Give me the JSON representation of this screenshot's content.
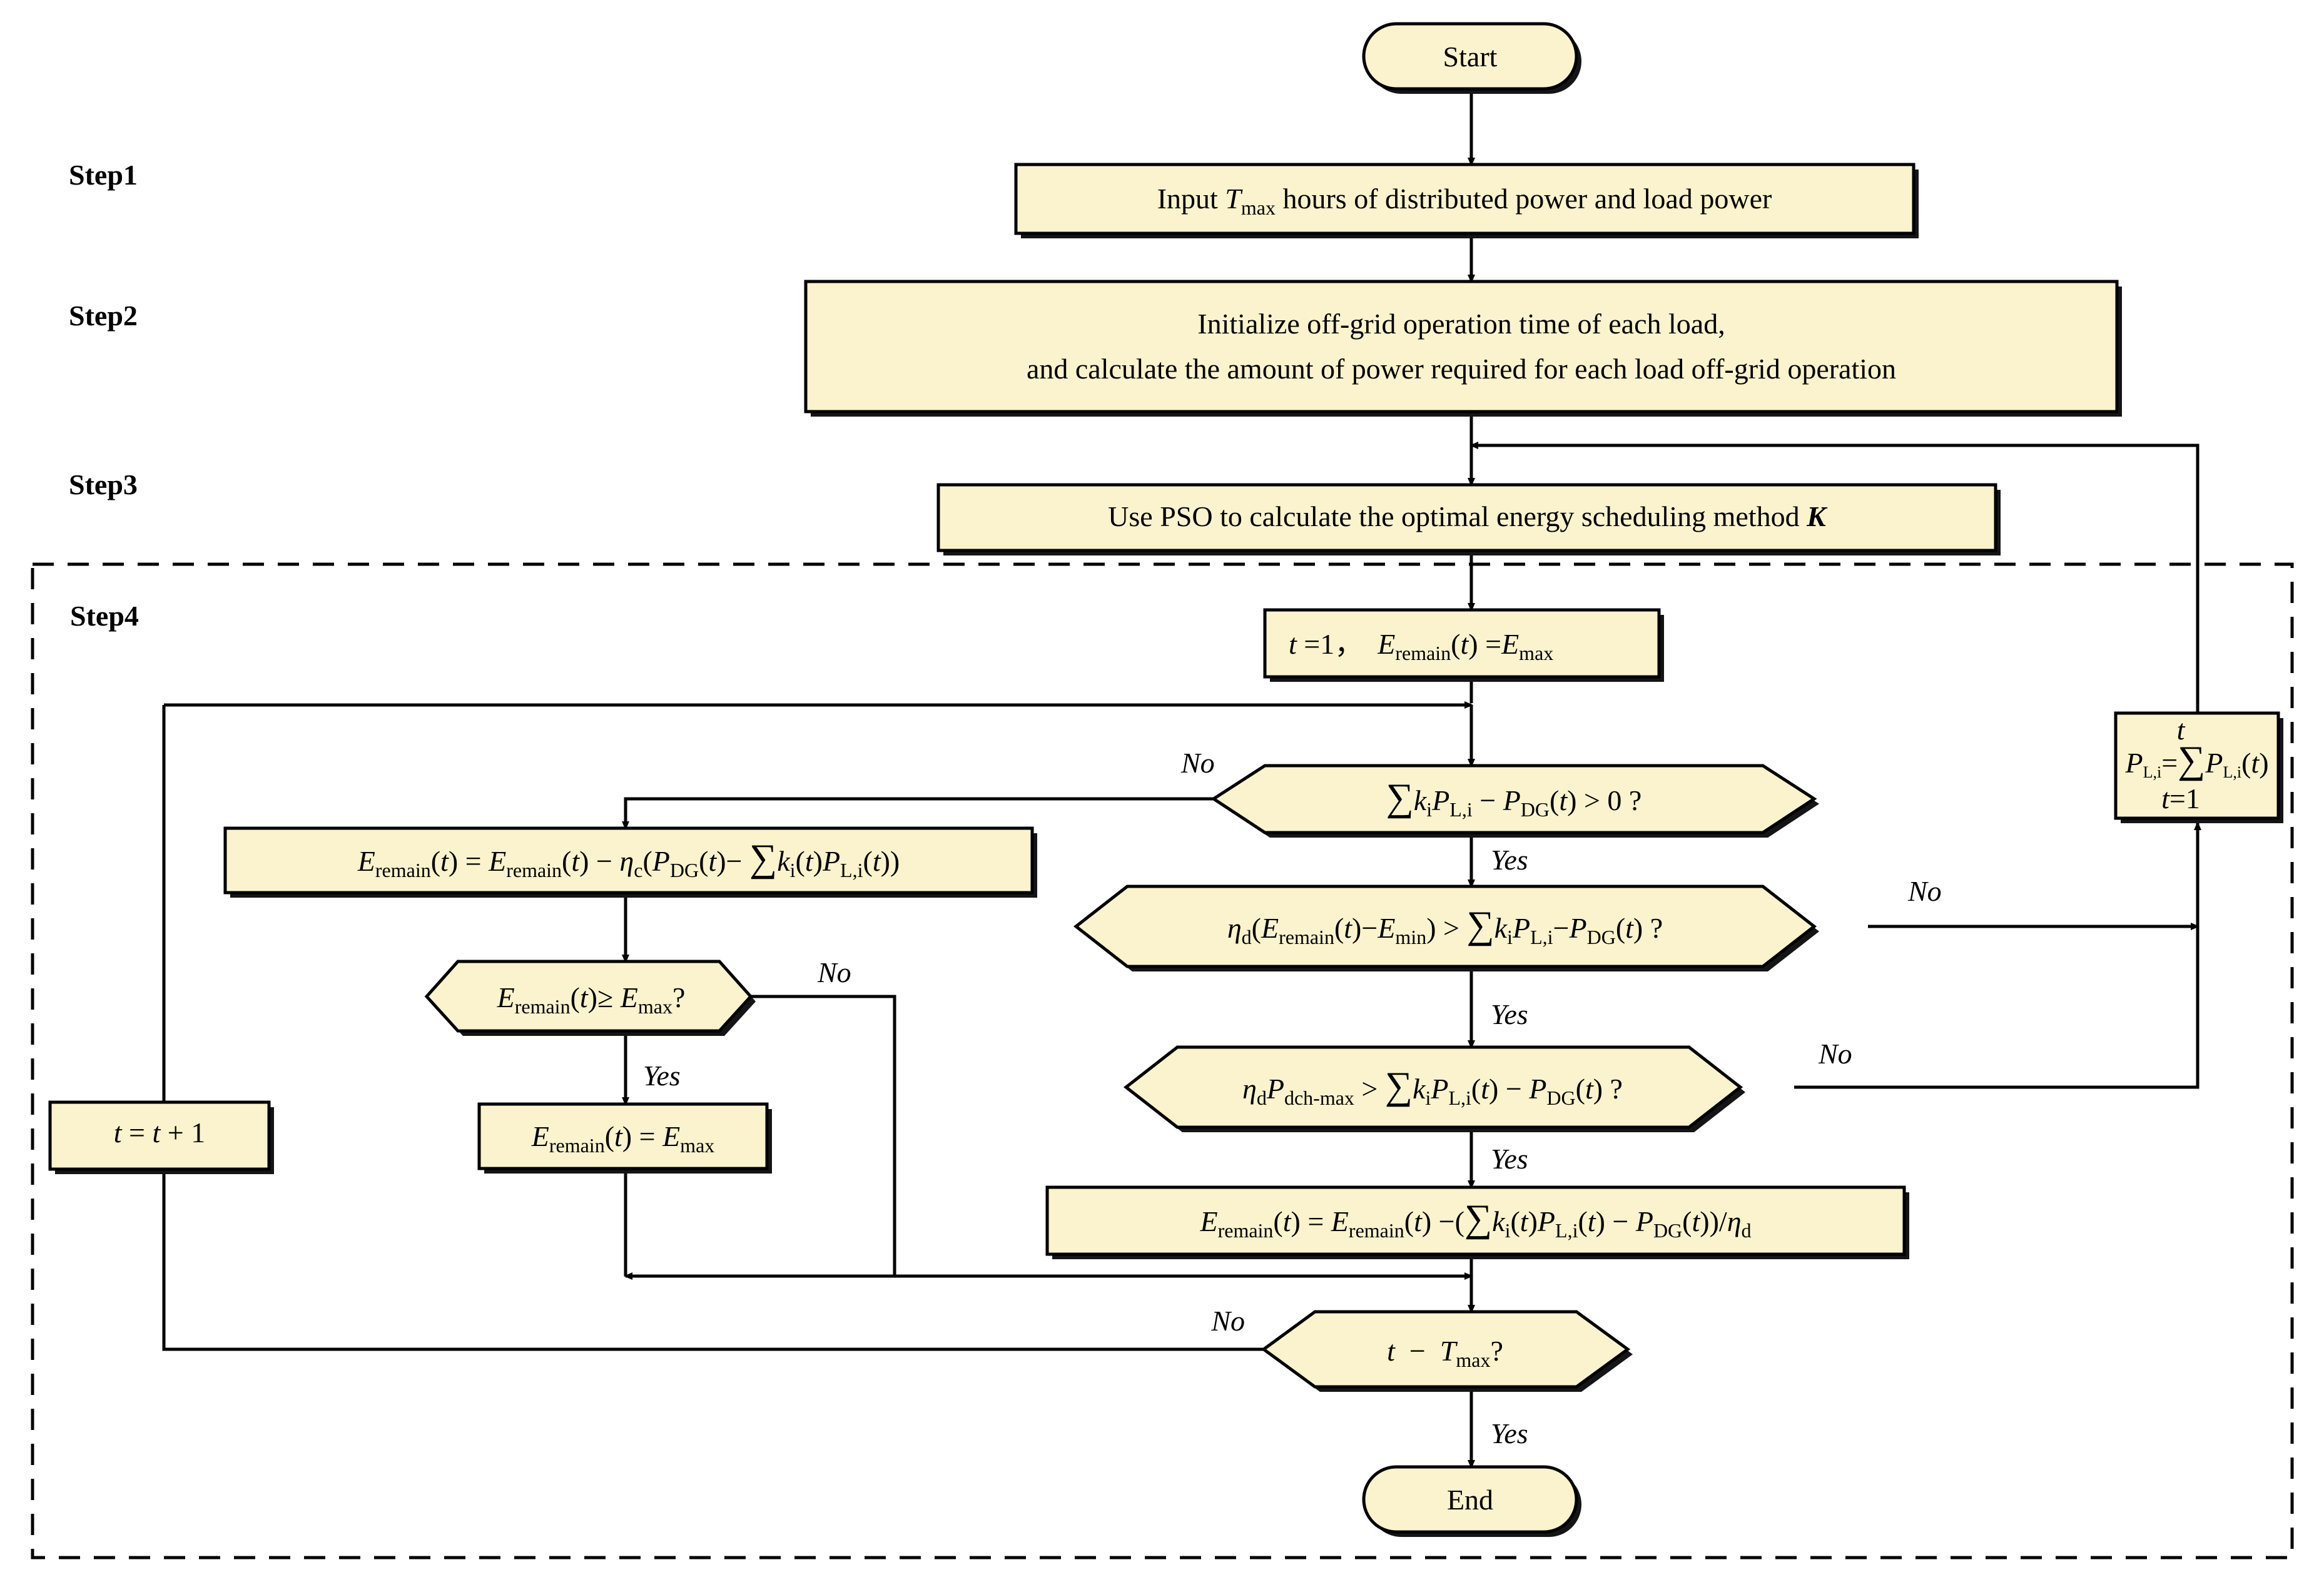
{
  "diagram": {
    "title": "Energy scheduling flowchart",
    "colors": {
      "node_fill": "#FAF3CD",
      "stroke": "#000000",
      "shadow": "#151515",
      "background": "#FFFFFF"
    },
    "step_labels": [
      {
        "id": "step1",
        "text": "Step1"
      },
      {
        "id": "step2",
        "text": "Step2"
      },
      {
        "id": "step3",
        "text": "Step3"
      },
      {
        "id": "step4",
        "text": "Step4"
      }
    ],
    "nodes": {
      "start": {
        "shape": "terminator",
        "text": "Start"
      },
      "end": {
        "shape": "terminator",
        "text": "End"
      },
      "input_box": {
        "shape": "process",
        "text": "Input Tmax hours of distributed power and load power"
      },
      "init_box": {
        "shape": "process",
        "line1": "Initialize off-grid operation time of each load,",
        "line2": "and calculate the amount of power required for each load off-grid operation"
      },
      "pso_box": {
        "shape": "process",
        "text": "Use PSO to calculate the optimal energy scheduling method K"
      },
      "init_t": {
        "shape": "process",
        "text": "t =1,  Eremain(t) =Emax"
      },
      "dec1": {
        "shape": "decision",
        "text": "∑kiPL,i − PDG(t) > 0 ?"
      },
      "dec2": {
        "shape": "decision",
        "text": "ηd(Eremain(t)−Emin) > ∑kiPL,i−PDG(t) ?"
      },
      "dec3": {
        "shape": "decision",
        "text": "ηdPdch-max > ∑kiPL,i(t) − PDG(t) ?"
      },
      "dec4": {
        "shape": "decision",
        "text": "Eremain(t) ≥ Emax?"
      },
      "dec5": {
        "shape": "decision",
        "text": "t − Tmax?"
      },
      "charge_box": {
        "shape": "process",
        "text": "Eremain(t) = Eremain(t) − ηc(PDG(t)− ∑ki(t)PL,i(t))"
      },
      "clamp_box": {
        "shape": "process",
        "text": "Eremain(t) = Emax"
      },
      "discharge_box": {
        "shape": "process",
        "text": "Eremain(t) = Eremain(t) −(∑ki(t)PL,i(t) − PDG(t))/ηd"
      },
      "increment_box": {
        "shape": "process",
        "text": "t = t + 1"
      },
      "accum_box": {
        "shape": "process",
        "text": "PL,i = ∑(t=1..t) PL,i(t)"
      }
    },
    "branch_labels": {
      "dec1_no": "No",
      "dec1_yes": "Yes",
      "dec2_no": "No",
      "dec2_yes": "Yes",
      "dec3_no": "No",
      "dec3_yes": "Yes",
      "dec4_no": "No",
      "dec4_yes": "Yes",
      "dec5_no": "No",
      "dec5_yes": "Yes"
    }
  }
}
